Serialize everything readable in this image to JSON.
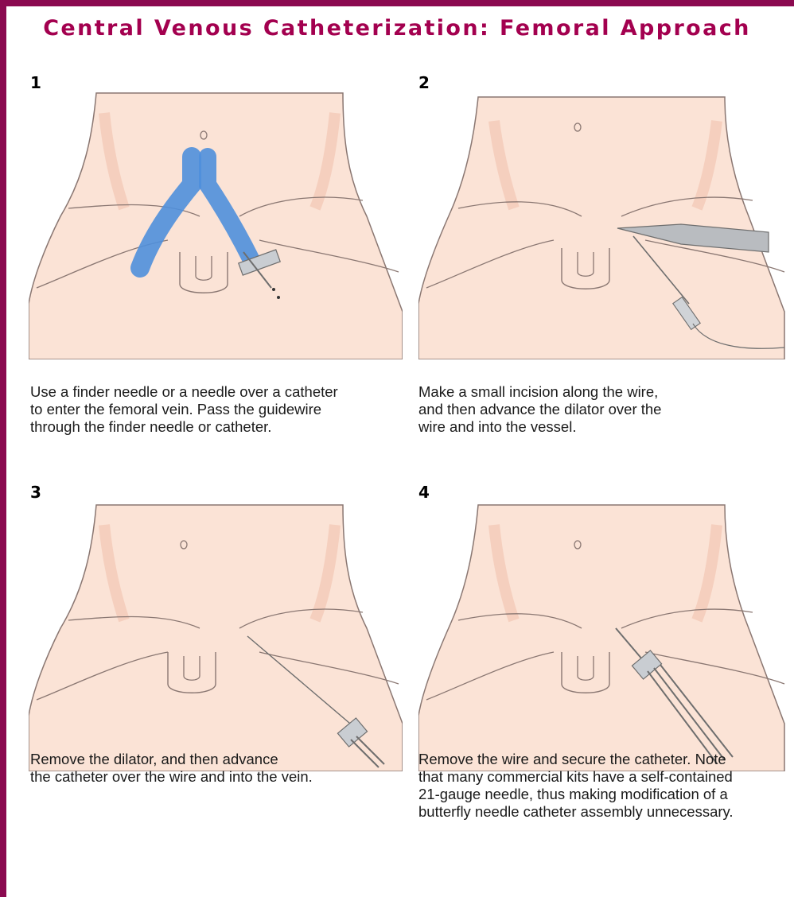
{
  "title": "Central Venous Catheterization: Femoral Approach",
  "steps": [
    {
      "number": "1",
      "caption": "Use a finder needle or a needle over a catheter\nto enter the femoral vein. Pass the guidewire\nthrough the finder needle or catheter."
    },
    {
      "number": "2",
      "caption": "Make a small incision along the wire,\nand then advance the dilator over the\nwire and into the vessel."
    },
    {
      "number": "3",
      "caption": "Remove the dilator, and then advance\nthe catheter over the wire and into the vein."
    },
    {
      "number": "4",
      "caption": "Remove the wire and secure the catheter. Note\nthat many commercial kits have a self-contained\n21-gauge needle, thus making modification of a\nbutterfly needle catheter assembly unnecessary."
    }
  ],
  "colors": {
    "border": "#8b0a50",
    "title": "#a3004f",
    "skin": "#fbe3d6",
    "skin_shadow": "#f1c2ad",
    "vein": "#4f8fdc",
    "outline": "#7a6a66"
  }
}
